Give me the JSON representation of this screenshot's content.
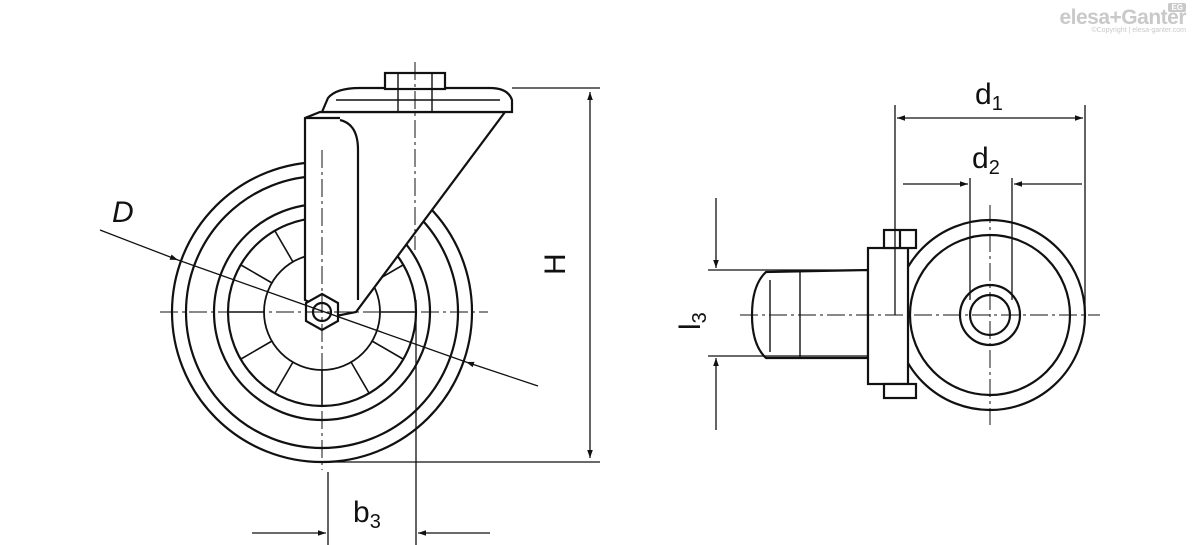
{
  "logo": {
    "brand": "elesa+Ganter",
    "badge": "EG",
    "copyright": "©Copyright | elesa-ganter.com"
  },
  "dimensions": {
    "D": "D",
    "H": "H",
    "b3_main": "b",
    "b3_sub": "3",
    "d1_main": "d",
    "d1_sub": "1",
    "d2_main": "d",
    "d2_sub": "2",
    "l3_main": "l",
    "l3_sub": "3"
  }
}
